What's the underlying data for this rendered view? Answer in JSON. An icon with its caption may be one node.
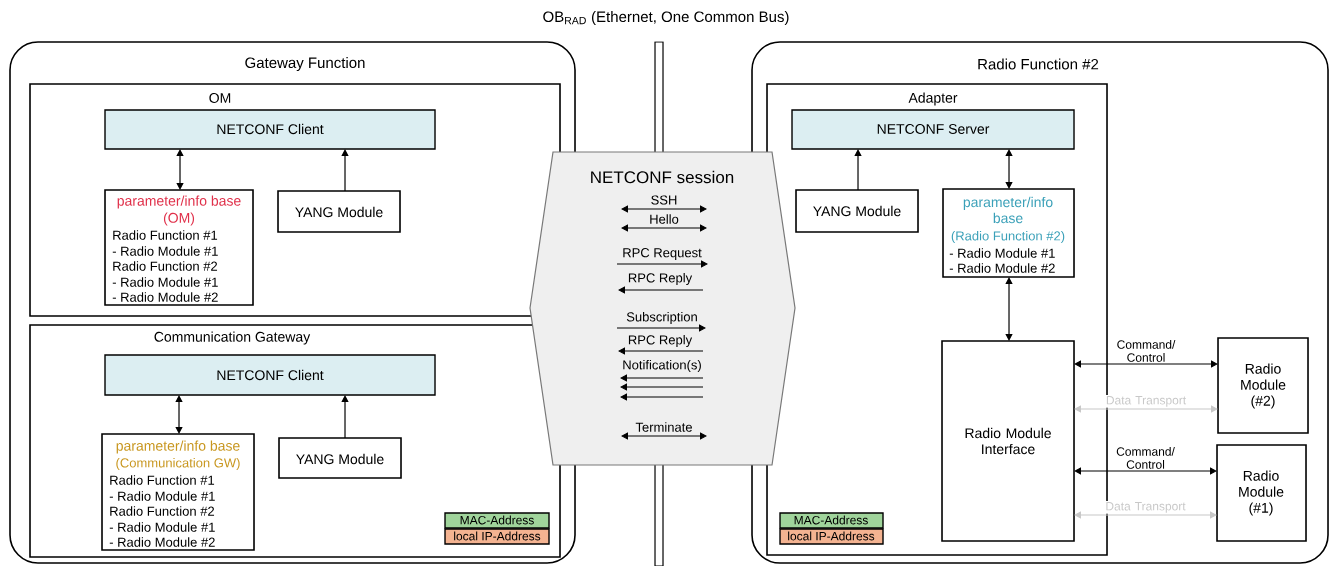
{
  "diagram": {
    "nodes": [
      {
        "text": [
          "OB$_{RAD}$ (Ethernet, One Common Bus)"
        ]
      },
      {
        "text": [
          "Gateway Function"
        ]
      },
      {
        "text": [
          "OM"
        ],
        "in": 1
      },
      {
        "text": [
          "NETCONF Client"
        ],
        "in": 2
      },
      {
        "text": [
          "parameter/info base",
          "(OM)",
          "Radio Function #1",
          "- Radio Module #1",
          "Radio Function #2",
          "- Radio Module #1",
          "- Radio Module #2"
        ],
        "in": 2
      },
      {
        "text": [
          "YANG Module"
        ],
        "in": 2
      },
      {
        "text": [
          "Communication Gateway"
        ],
        "in": 1
      },
      {
        "text": [
          "NETCONF Client"
        ],
        "in": 6
      },
      {
        "text": [
          "parameter/info base",
          "(Communication GW)",
          "Radio Function #1",
          "- Radio Module #1",
          "Radio Function #2",
          "- Radio Module #1",
          "- Radio Module #2"
        ],
        "in": 6
      },
      {
        "text": [
          "YANG Module"
        ],
        "in": 6
      },
      {
        "text": [
          "MAC-Address"
        ],
        "in": 6
      },
      {
        "text": [
          "local IP-Address"
        ],
        "in": 6
      },
      {
        "text": [
          "NETCONF session",
          "SSH",
          "Hello",
          "RPC Request",
          "RPC Reply",
          "Subscription",
          "RPC Reply",
          "Notification(s)",
          "Terminate"
        ]
      },
      {
        "text": [
          "Radio Function #2"
        ]
      },
      {
        "text": [
          "Adapter"
        ],
        "in": 13
      },
      {
        "text": [
          "NETCONF Server"
        ],
        "in": 14
      },
      {
        "text": [
          "YANG Module"
        ],
        "in": 14
      },
      {
        "text": [
          "parameter/info base",
          "(Radio Function #2)",
          "- Radio Module #1",
          "- Radio Module #2"
        ],
        "in": 14
      },
      {
        "text": [
          "Radio Module Interface"
        ],
        "in": 14
      },
      {
        "text": [
          "MAC-Address"
        ],
        "in": 14
      },
      {
        "text": [
          "local IP-Address"
        ],
        "in": 14
      },
      {
        "text": [
          "Radio Module (#2)"
        ],
        "in": 13
      },
      {
        "text": [
          "Radio Module (#1)"
        ],
        "in": 13
      }
    ],
    "edges": [
      {
        "from": 3,
        "to": 4,
        "arrow": "both"
      },
      {
        "from": 5,
        "to": 3,
        "arrow": "to"
      },
      {
        "from": 7,
        "to": 8,
        "arrow": "both"
      },
      {
        "from": 9,
        "to": 7,
        "arrow": "to"
      },
      {
        "from": 16,
        "to": 15,
        "arrow": "to"
      },
      {
        "from": 15,
        "to": 17,
        "arrow": "both"
      },
      {
        "from": 17,
        "to": 18,
        "arrow": "both"
      },
      {
        "from": 18,
        "to": 21,
        "arrow": "both",
        "label": "Command/ Control"
      },
      {
        "from": 18,
        "to": 21,
        "arrow": "both",
        "label": "Data Transport",
        "color": "#c8c8c8"
      },
      {
        "from": 18,
        "to": 22,
        "arrow": "both",
        "label": "Command/ Control"
      },
      {
        "from": 18,
        "to": 22,
        "arrow": "both",
        "label": "Data Transport",
        "color": "#c8c8c8"
      }
    ]
  }
}
